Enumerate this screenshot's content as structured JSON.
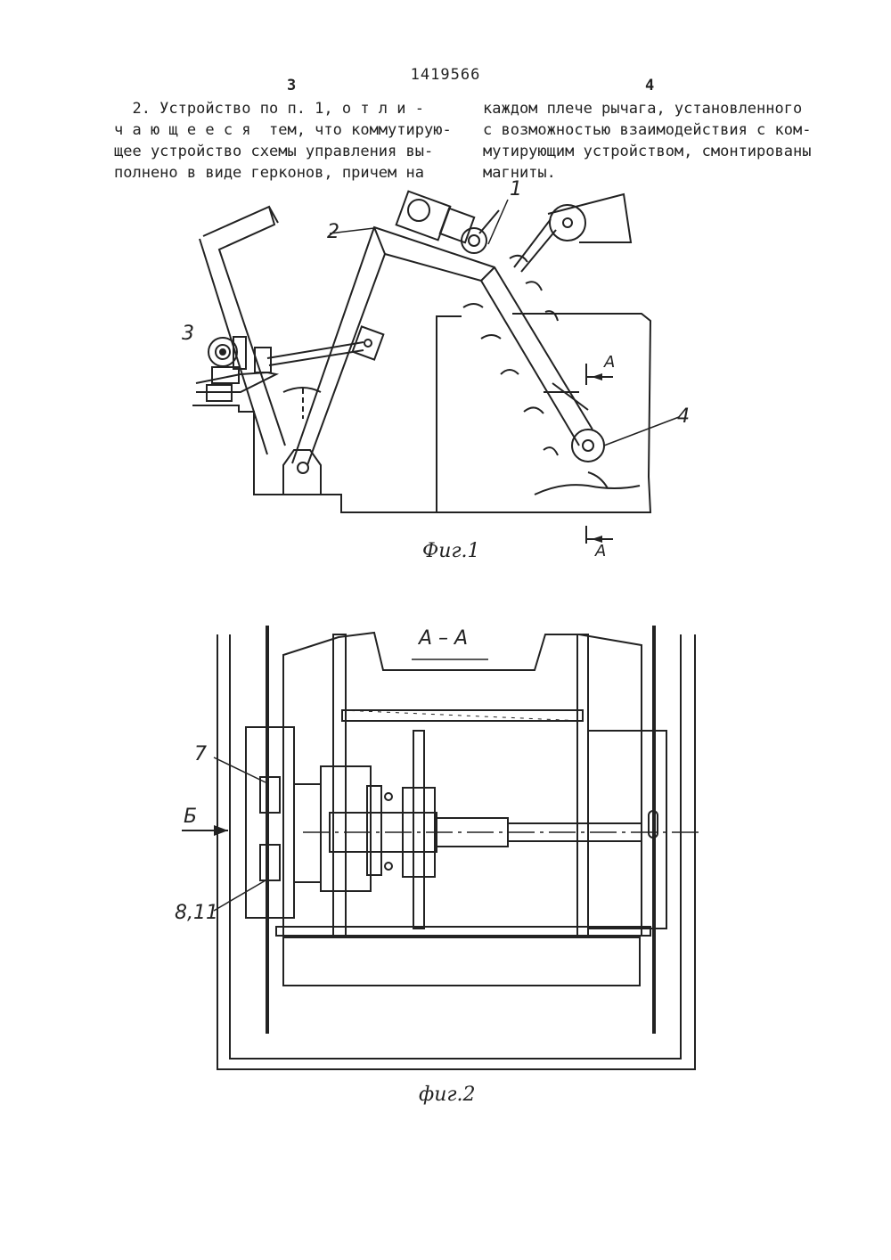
{
  "header": {
    "patent_number": "1419566",
    "left_column_number": "3",
    "right_column_number": "4"
  },
  "claim": {
    "left_lines": [
      "  2. Устройство по п. 1, о т л и -",
      "ч а ю щ е е с я  тем, что коммутирую-",
      "щее устройство схемы управления вы-",
      "полнено в виде герконов, причем на"
    ],
    "right_lines": [
      "каждом плече рычага, установленного",
      "с возможностью взаимодействия с ком-",
      "мутирующим устройством, смонтированы",
      "магниты."
    ]
  },
  "figure1": {
    "caption": "Фиг.1",
    "labels": {
      "l1": "1",
      "l2": "2",
      "l3": "3",
      "l4": "4"
    },
    "section_mark_top": "А",
    "section_mark_bottom": "А"
  },
  "figure2": {
    "caption": "фиг.2",
    "section_title": "А – А",
    "labels": {
      "l7": "7",
      "l8_11": "8,11",
      "arrow": "Б"
    }
  }
}
